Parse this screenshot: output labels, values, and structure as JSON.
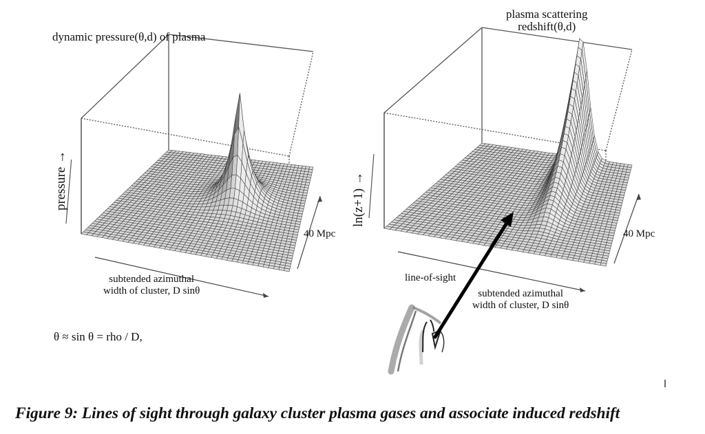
{
  "figure": {
    "caption": "Figure 9: Lines of sight through galaxy cluster plasma gases and associate induced redshift",
    "equation": "θ ≈ sin θ = rho / D,",
    "line_of_sight_label": "line-of-sight"
  },
  "chart_data": [
    {
      "type": "surface3d",
      "title": "dynamic pressure(θ,d) of plasma",
      "zlabel": "pressure →",
      "xlabel_lines": [
        "subtended azimuthal",
        "width of cluster, D sinθ"
      ],
      "ylabel": "40 Mpc",
      "grid": true,
      "mesh_resolution": 40,
      "shape": "sharp central peak (cusp) at grid center, flat elsewhere",
      "peak_location": [
        0.5,
        0.5
      ],
      "z_range": [
        0,
        1
      ],
      "surface_color": "#d9d9d9",
      "mesh_color": "#333333"
    },
    {
      "type": "surface3d",
      "title_lines": [
        "plasma scattering",
        "redshift(θ,d)"
      ],
      "zlabel": "ln(z+1) →",
      "xlabel_lines": [
        "subtended azimuthal",
        "width of cluster, D sinθ"
      ],
      "ylabel": "40 Mpc",
      "grid": true,
      "mesh_resolution": 40,
      "shape": "ridge rising along depth axis at center, increasing toward far side",
      "ridge_location_x": 0.5,
      "z_range": [
        0,
        1
      ],
      "surface_color": "#d9d9d9",
      "mesh_color": "#333333"
    }
  ]
}
